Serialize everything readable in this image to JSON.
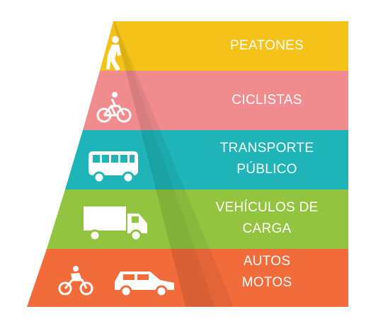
{
  "pyramid": {
    "levels": [
      {
        "id": "peatones",
        "lines": [
          "PEATONES"
        ],
        "color": "#F5C21A",
        "color_dark": "#E0AD10",
        "icon": "pedestrian-icon"
      },
      {
        "id": "ciclistas",
        "lines": [
          "CICLISTAS"
        ],
        "color": "#F08B8E",
        "color_dark": "#E37479",
        "icon": "bicycle-icon"
      },
      {
        "id": "transporte-publico",
        "lines": [
          "TRANSPORTE",
          "PÚBLICO"
        ],
        "color": "#1FB5B8",
        "color_dark": "#159A9D",
        "icon": "bus-icon"
      },
      {
        "id": "vehiculos-de-carga",
        "lines": [
          "VEHÍCULOS DE",
          "CARGA"
        ],
        "color": "#92C440",
        "color_dark": "#7DB02F",
        "icon": "truck-icon"
      },
      {
        "id": "autos-motos",
        "lines": [
          "AUTOS",
          "MOTOS"
        ],
        "color": "#F26B3A",
        "color_dark": "#E0552A",
        "icon": "motorcycle-and-car-icon"
      }
    ]
  }
}
